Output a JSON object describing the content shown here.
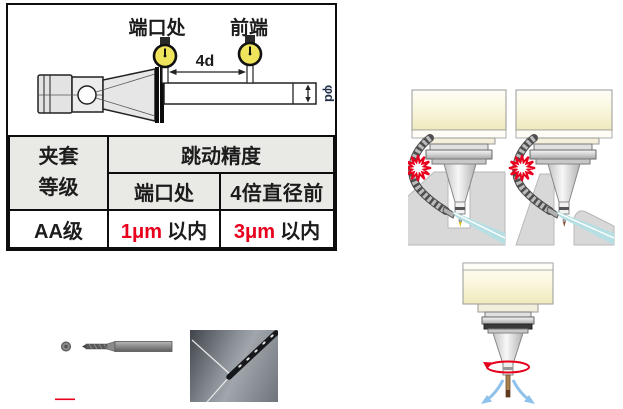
{
  "colors": {
    "accent_red": "#e8001d",
    "table_header_bg": "#e9e9e6",
    "dial_yellow": "#f0e45c",
    "spray_cyan": "#b5dfe3",
    "head_cream": "#f5f0cd",
    "workpiece_gray": "#d8d8d8"
  },
  "runout_diagram": {
    "label_port": "端口处",
    "label_front": "前端",
    "dim_label": "4d",
    "diameter_label": "φd"
  },
  "runout_table": {
    "col1_line1": "夹套",
    "col1_line2": "等级",
    "header_runout": "跳动精度",
    "sub_port": "端口处",
    "sub_4d": "4倍直径前",
    "grade": "AA级",
    "port_value_red": "1μm",
    "port_within": "以内",
    "front_value_red": "3μm",
    "front_within": "以内"
  }
}
